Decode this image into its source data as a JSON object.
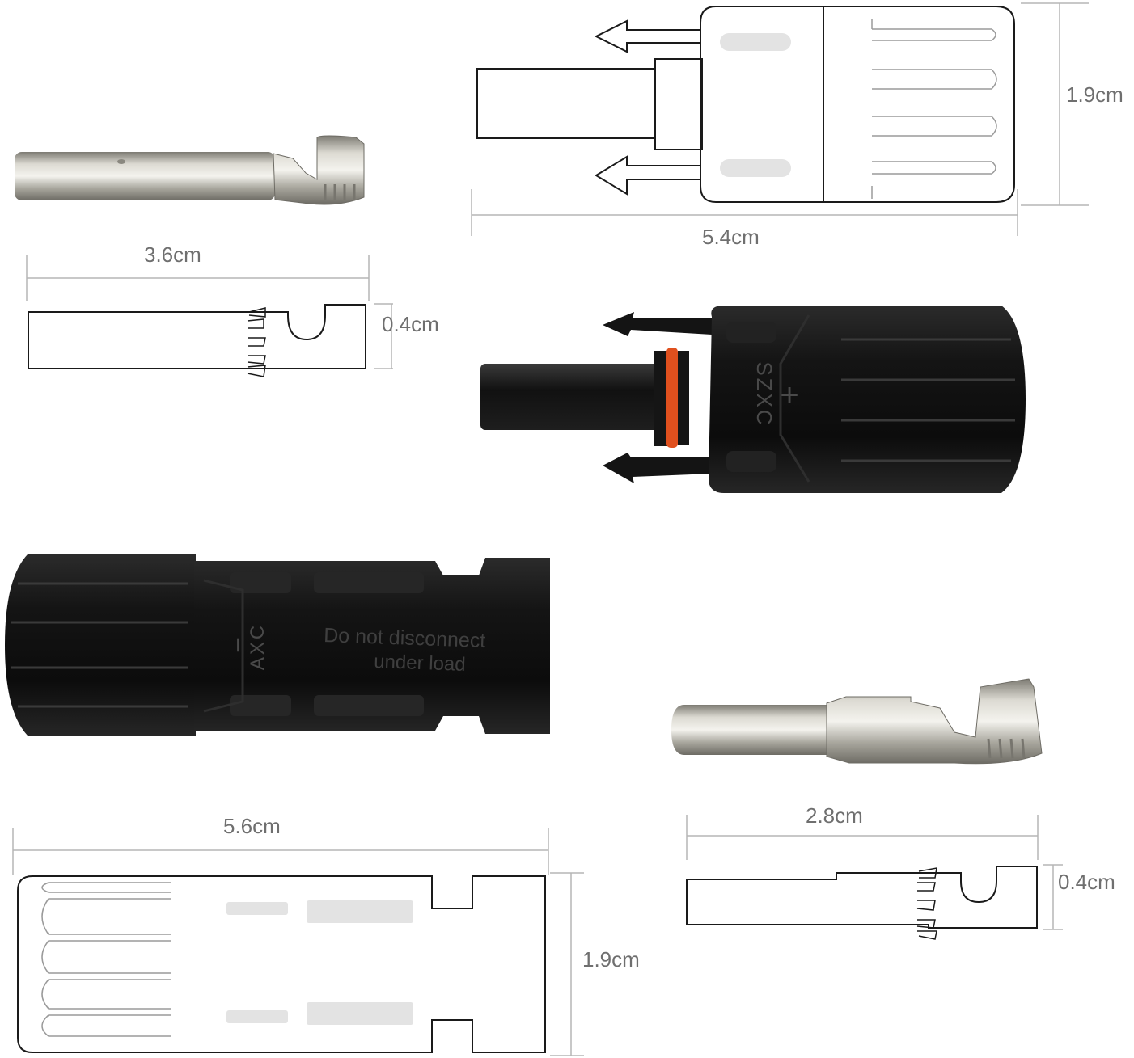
{
  "dimensions": {
    "male_connector_height": "1.9cm",
    "male_connector_length": "5.4cm",
    "female_pin_length": "3.6cm",
    "female_pin_diameter": "0.4cm",
    "female_connector_length": "5.6cm",
    "female_connector_height": "1.9cm",
    "male_pin_length": "2.8cm",
    "male_pin_diameter": "0.4cm"
  },
  "markings": {
    "brand": "SZXC",
    "polarity_positive": "+",
    "polarity_negative": "−",
    "female_brand": "AXC",
    "warning_line1": "Do not disconnect",
    "warning_line2": "under load"
  },
  "colors": {
    "outline": "#1a1a1a",
    "dimension_line": "#b5b5b5",
    "dimension_text": "#6f6f6f",
    "plastic_black": "#161616",
    "seal_orange": "#e0501e",
    "metal": "#b8b6ae",
    "placeholder_block": "#e3e3e3"
  }
}
